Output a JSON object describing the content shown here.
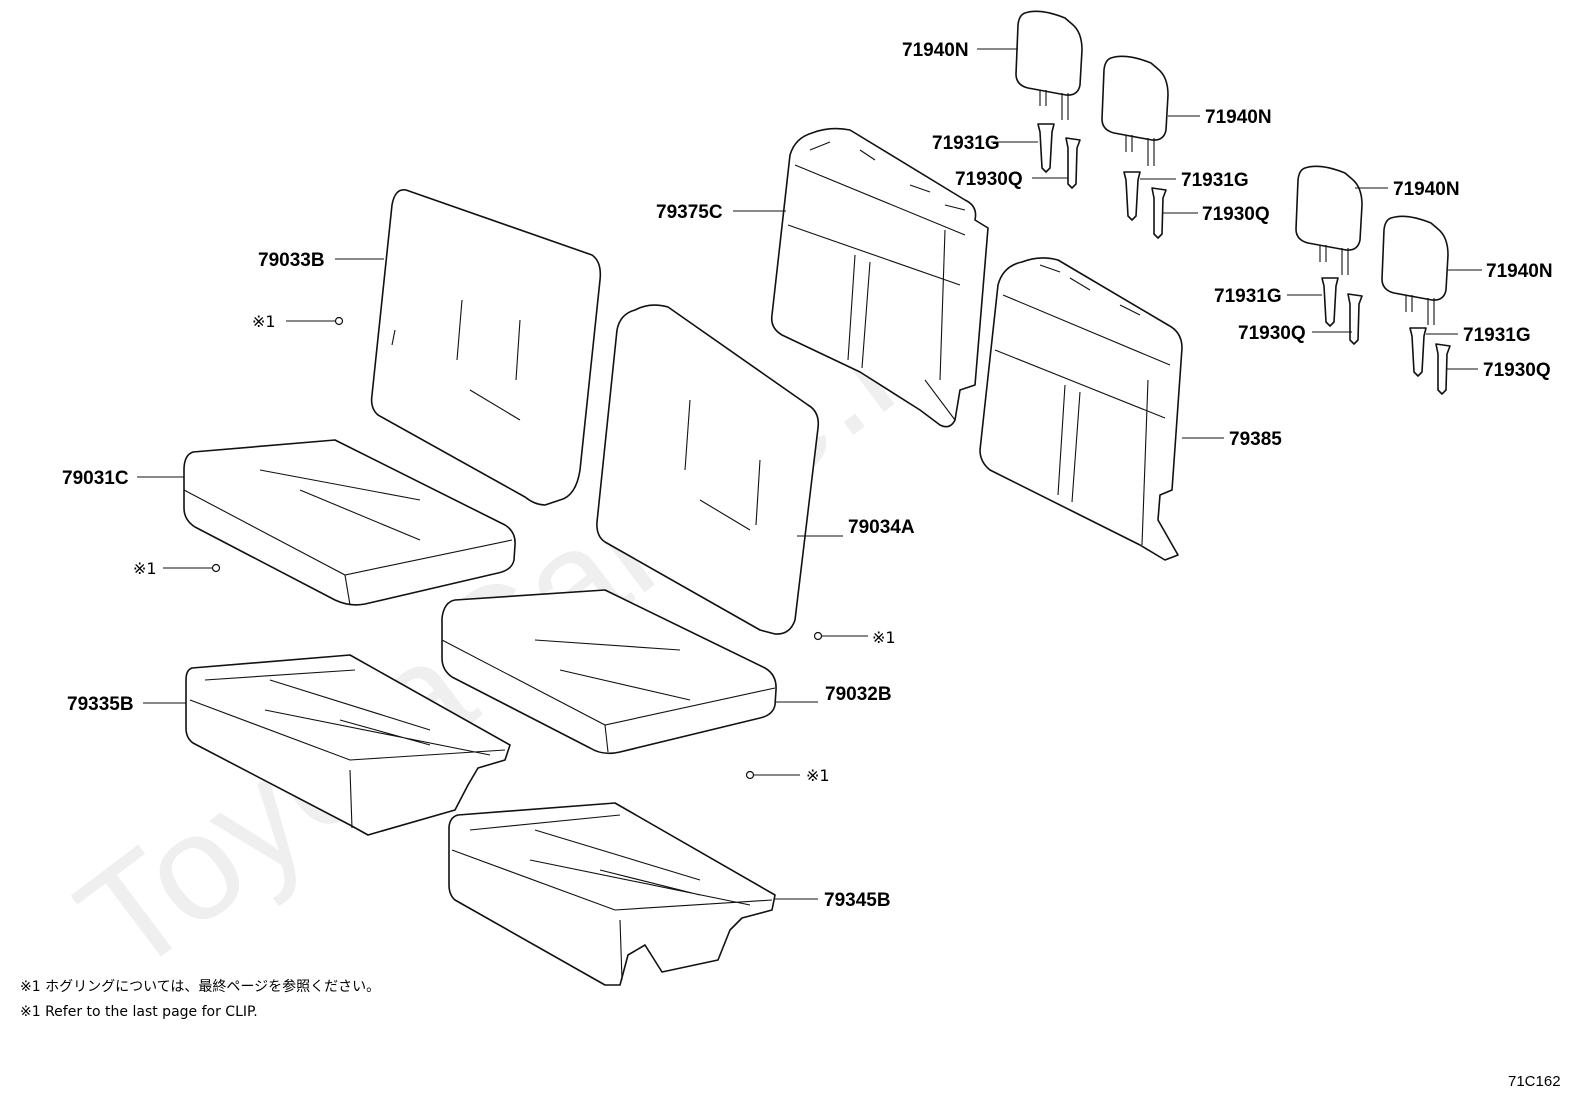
{
  "parts": {
    "p79033B": "79033B",
    "p79031C": "79031C",
    "p79034A": "79034A",
    "p79032B": "79032B",
    "p79335B": "79335B",
    "p79345B": "79345B",
    "p79375C": "79375C",
    "p79385": "79385",
    "p71940N_a": "71940N",
    "p71940N_b": "71940N",
    "p71940N_c": "71940N",
    "p71940N_d": "71940N",
    "p71931G_a": "71931G",
    "p71931G_b": "71931G",
    "p71931G_c": "71931G",
    "p71931G_d": "71931G",
    "p71930Q_a": "71930Q",
    "p71930Q_b": "71930Q",
    "p71930Q_c": "71930Q",
    "p71930Q_d": "71930Q"
  },
  "clip_marks": {
    "m1": "※1",
    "m2": "※1",
    "m3": "※1",
    "m4": "※1"
  },
  "notes": {
    "jp": "※1 ホグリングについては、最終ページを参照ください。",
    "en": "※1 Refer to the last page for CLIP."
  },
  "diagram_code": "71C162",
  "watermark": "ToyotaCarMe.ru"
}
